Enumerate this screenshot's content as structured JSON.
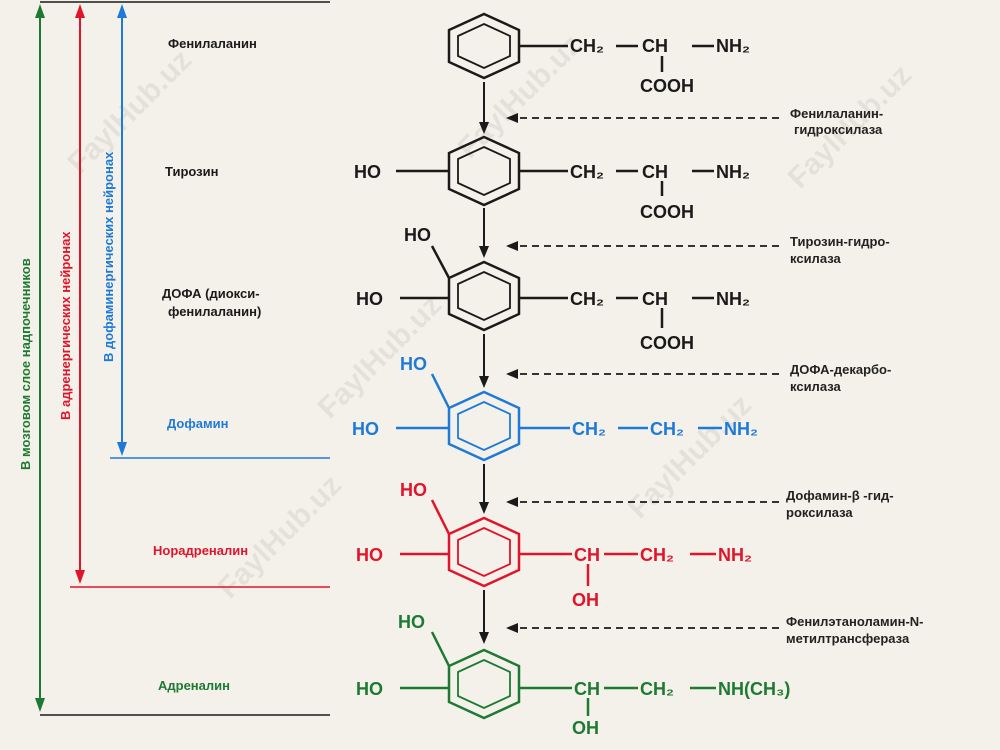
{
  "colors": {
    "black": "#1a1a1a",
    "blue": "#1e7ad6",
    "red": "#e0142a",
    "green": "#1e7a32",
    "enzyme_text": "#222222"
  },
  "watermark": "FaylHub.uz",
  "brackets": {
    "adrenal_medulla": "В мозговом слое надпочечников",
    "adrenergic": "В адренергических нейронах",
    "dopaminergic": "В дофаминергических нейронах"
  },
  "compounds": {
    "phenylalanine": "Фенилаланин",
    "tyrosine": "Тирозин",
    "dopa_1": "ДОФА (диокси-",
    "dopa_2": "фенилаланин)",
    "dopamine": "Дофамин",
    "noradrenaline": "Норадреналин",
    "adrenaline": "Адреналин"
  },
  "enzymes": {
    "e1_line1": "Фенилаланин-",
    "e1_line2": "гидроксилаза",
    "e2_line1": "Тирозин-гидро-",
    "e2_line2": "ксилаза",
    "e3_line1": "ДОФА-декарбо-",
    "e3_line2": "ксилаза",
    "e4_line1": "Дофамин-β -гид-",
    "e4_line2": "роксилаза",
    "e5_line1": "Фенилэтаноламин-N-",
    "e5_line2": "метилтрансфераза"
  },
  "groups": {
    "ho": "HO",
    "ch2": "CH₂",
    "ch": "CH",
    "nh2": "NH₂",
    "cooh": "COOH",
    "oh": "OH",
    "nhch3": "NH(CH₃)"
  }
}
